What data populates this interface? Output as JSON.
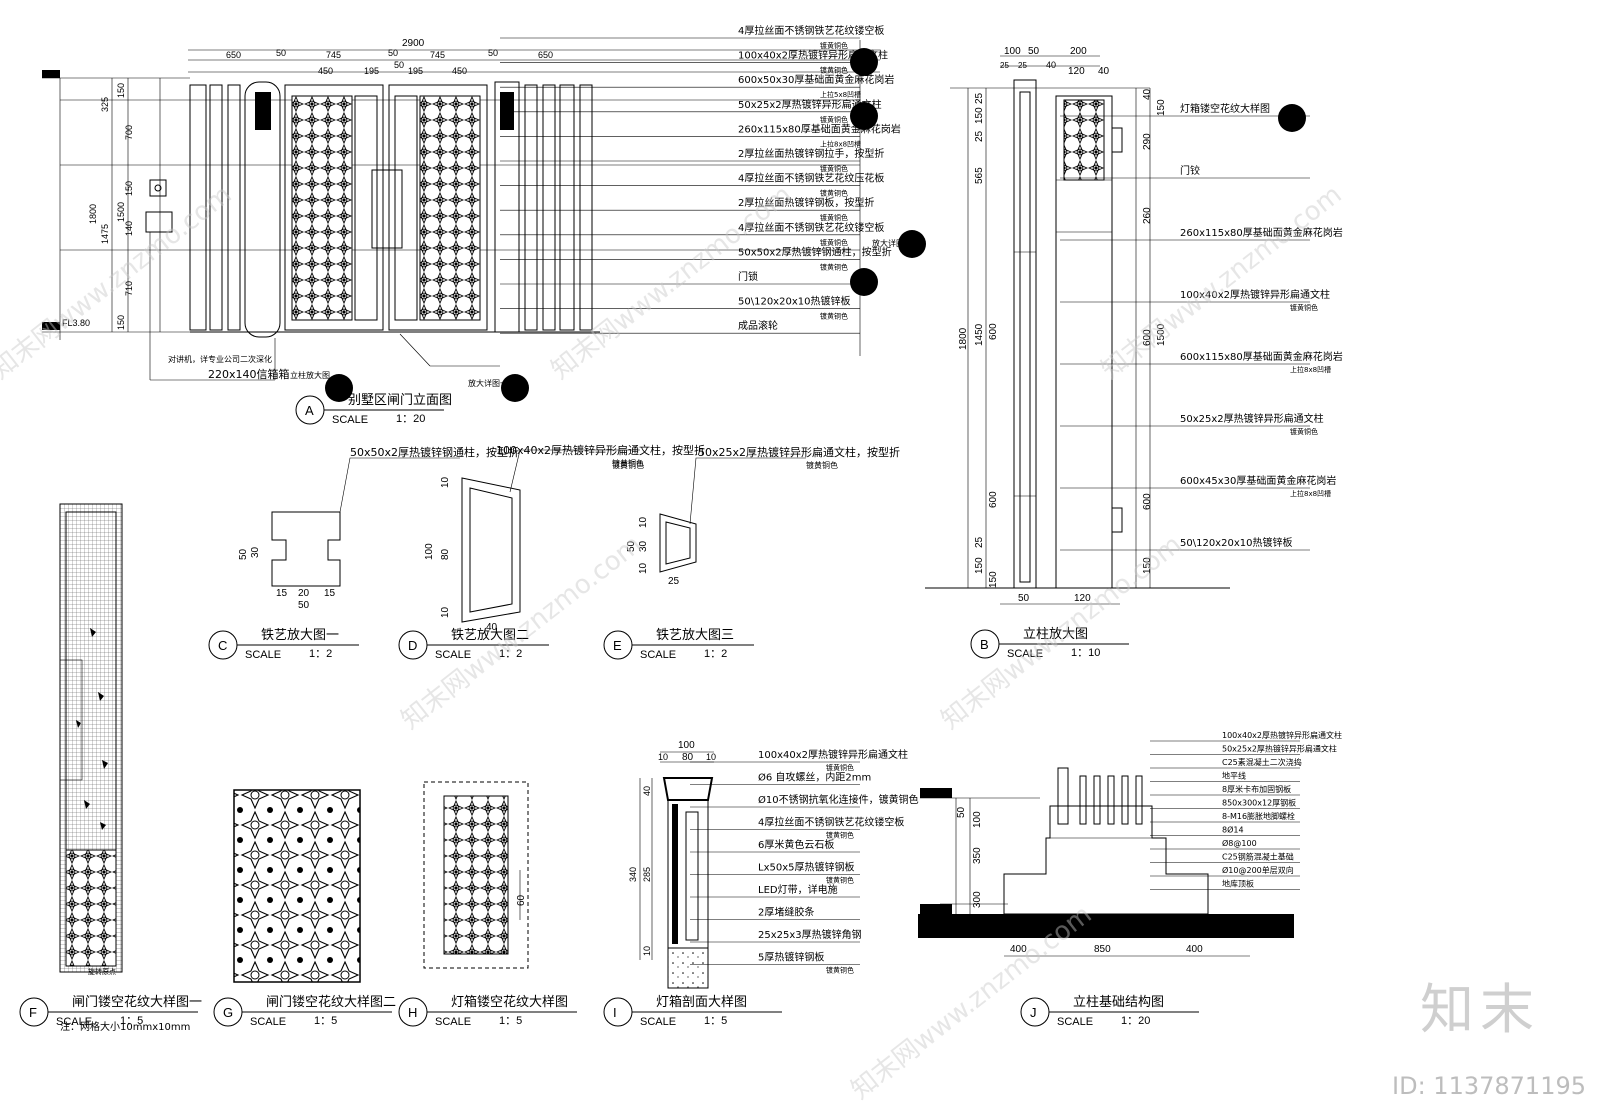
{
  "views": {
    "A": {
      "letter": "A",
      "title": "别墅区闸门立面图",
      "scale_label": "SCALE",
      "scale": "1：20"
    },
    "B": {
      "letter": "B",
      "title": "立柱放大图",
      "scale_label": "SCALE",
      "scale": "1：10"
    },
    "C": {
      "letter": "C",
      "title": "铁艺放大图一",
      "scale_label": "SCALE",
      "scale": "1：2"
    },
    "D": {
      "letter": "D",
      "title": "铁艺放大图二",
      "scale_label": "SCALE",
      "scale": "1：2"
    },
    "E": {
      "letter": "E",
      "title": "铁艺放大图三",
      "scale_label": "SCALE",
      "scale": "1：2"
    },
    "F": {
      "letter": "F",
      "title": "闸门镂空花纹大样图一",
      "scale_label": "SCALE",
      "scale": "1：5"
    },
    "G": {
      "letter": "G",
      "title": "闸门镂空花纹大样图二",
      "scale_label": "SCALE",
      "scale": "1：5"
    },
    "H": {
      "letter": "H",
      "title": "灯箱镂空花纹大样图",
      "scale_label": "SCALE",
      "scale": "1：5"
    },
    "I": {
      "letter": "I",
      "title": "灯箱剖面大样图",
      "scale_label": "SCALE",
      "scale": "1：5"
    },
    "J": {
      "letter": "J",
      "title": "立柱基础结构图",
      "scale_label": "SCALE",
      "scale": "1：20"
    }
  },
  "dims_A_top": {
    "total": "2900",
    "parts": [
      "650",
      "50",
      "745",
      "50",
      "745",
      "50",
      "650"
    ],
    "sub": [
      "450",
      "195",
      "50",
      "195",
      "450"
    ]
  },
  "dims_A_left": [
    "325",
    "150",
    "700",
    "1800",
    "1475",
    "1500",
    "150",
    "140",
    "710",
    "150"
  ],
  "level_A_bottom": "FL3.80",
  "callouts_A": [
    {
      "main": "4厚拉丝面不锈钢铁艺花纹镂空板",
      "sub": "镀黄铜色"
    },
    {
      "main": "100x40x2厚热镀锌异形扁通文柱",
      "sub": "镀黄铜色"
    },
    {
      "main": "600x50x30厚基础面黄金麻花岗岩",
      "sub": "上拉5x8凹槽"
    },
    {
      "main": "50x25x2厚热镀锌异形扁通文柱",
      "sub": "镀黄铜色"
    },
    {
      "main": "260x115x80厚基础面黄金麻花岗岩",
      "sub": "上拉8x8凹槽"
    },
    {
      "main": "2厚拉丝面热镀锌钢拉手，按型折",
      "sub": "镀黄铜色"
    },
    {
      "main": "4厚拉丝面不锈钢铁艺花纹压花板",
      "sub": "镀黄铜色"
    },
    {
      "main": "2厚拉丝面热镀锌钢板，按型折",
      "sub": "镀黄铜色"
    },
    {
      "main": "4厚拉丝面不锈钢铁艺花纹镂空板",
      "sub": "镀黄铜色"
    },
    {
      "main": "50x50x2厚热镀锌钢通柱，按型折",
      "sub": "镀黄铜色"
    },
    {
      "main": "门锁",
      "sub": ""
    },
    {
      "main": "50\\120x20x10热镀锌板",
      "sub": "镀黄铜色"
    },
    {
      "main": "成品滚轮",
      "sub": ""
    }
  ],
  "notes_A": {
    "intercom": "对讲机，详专业公司二次深化",
    "mailbox": "220x140信箱箱",
    "column_ref": "立柱放大图",
    "zoom_ref": "放大详图二",
    "zoom_ref1": "放大详图一"
  },
  "dims_B_top": [
    "100",
    "50",
    "200",
    "25",
    "25",
    "40",
    "120",
    "40"
  ],
  "dims_B_left": [
    "25",
    "150",
    "25",
    "565",
    "1800",
    "1450",
    "600",
    "600",
    "25",
    "150",
    "150"
  ],
  "dims_B_right": [
    "40",
    "150",
    "290",
    "260",
    "600",
    "1500",
    "600",
    "150"
  ],
  "dims_B_bottom": [
    "50",
    "120"
  ],
  "callouts_B": [
    {
      "main": "灯箱镂空花纹大样图",
      "sub": ""
    },
    {
      "main": "门铰",
      "sub": ""
    },
    {
      "main": "260x115x80厚基础面黄金麻花岗岩",
      "sub": ""
    },
    {
      "main": "100x40x2厚热镀锌异形扁通文柱",
      "sub": "镀黄铜色"
    },
    {
      "main": "600x115x80厚基础面黄金麻花岗岩",
      "sub": "上拉8x8凹槽"
    },
    {
      "main": "50x25x2厚热镀锌异形扁通文柱",
      "sub": "镀黄铜色"
    },
    {
      "main": "600x45x30厚基础面黄金麻花岗岩",
      "sub": "上拉8x8凹槽"
    },
    {
      "main": "50\\120x20x10热镀锌板",
      "sub": ""
    }
  ],
  "detail_C": {
    "note": "50x50x2厚热镀锌钢通柱，按型折",
    "sub": "镀黄铜色",
    "dims": [
      "50",
      "30",
      "15",
      "20",
      "15",
      "50"
    ]
  },
  "detail_D": {
    "note": "100x40x2厚热镀锌异形扁通文柱，按型折",
    "sub": "镀黄铜色",
    "dims": [
      "10",
      "100",
      "80",
      "10",
      "40"
    ]
  },
  "detail_E": {
    "note": "50x25x2厚热镀锌异形扁通文柱，按型折",
    "sub": "镀黄铜色",
    "dims": [
      "10",
      "50",
      "30",
      "10",
      "25"
    ]
  },
  "detail_F": {
    "mark": "旋转原点",
    "note": "注：网格大小10mmx10mm"
  },
  "detail_H": {
    "dim": "60"
  },
  "detail_I": {
    "dims_top": [
      "100",
      "10",
      "80",
      "10"
    ],
    "dims_left": [
      "40",
      "340",
      "285",
      "10"
    ],
    "callouts": [
      {
        "main": "100x40x2厚热镀锌异形扁通文柱",
        "sub": "镀黄铜色"
      },
      {
        "main": "Ø6 自攻螺丝，内距2mm",
        "sub": ""
      },
      {
        "main": "Ø10不锈钢抗氧化连接件，镀黄铜色",
        "sub": ""
      },
      {
        "main": "4厚拉丝面不锈钢铁艺花纹镂空板",
        "sub": "镀黄铜色"
      },
      {
        "main": "6厚米黄色云石板",
        "sub": ""
      },
      {
        "main": "Lx50x5厚热镀锌钢板",
        "sub": "镀黄铜色"
      },
      {
        "main": "LED灯带，详电施",
        "sub": ""
      },
      {
        "main": "2厚堵缝胶条",
        "sub": ""
      },
      {
        "main": "25x25x3厚热镀锌角钢",
        "sub": ""
      },
      {
        "main": "5厚热镀锌钢板",
        "sub": "镀黄铜色"
      }
    ]
  },
  "detail_J": {
    "dims_left": [
      "50",
      "100",
      "350",
      "300"
    ],
    "dims_bottom": [
      "400",
      "850",
      "400"
    ],
    "callouts": [
      {
        "main": "100x40x2厚热镀锌异形扁通文柱"
      },
      {
        "main": "50x25x2厚热镀锌异形扁通文柱"
      },
      {
        "main": "C25素混凝土二次浇捣"
      },
      {
        "main": "地平线"
      },
      {
        "main": "8厚米卡布加固钢板"
      },
      {
        "main": "850x300x12厚钢板"
      },
      {
        "main": "8-M16膨胀地脚螺栓"
      },
      {
        "main": "8Ø14"
      },
      {
        "main": "Ø8@100"
      },
      {
        "main": "C25钢筋混凝土基础"
      },
      {
        "main": "Ø10@200单层双向"
      },
      {
        "main": "地库顶板"
      }
    ]
  },
  "watermark": {
    "brand": "知末",
    "site": "知末网www.znzmo.com",
    "id": "ID: 1137871195"
  }
}
